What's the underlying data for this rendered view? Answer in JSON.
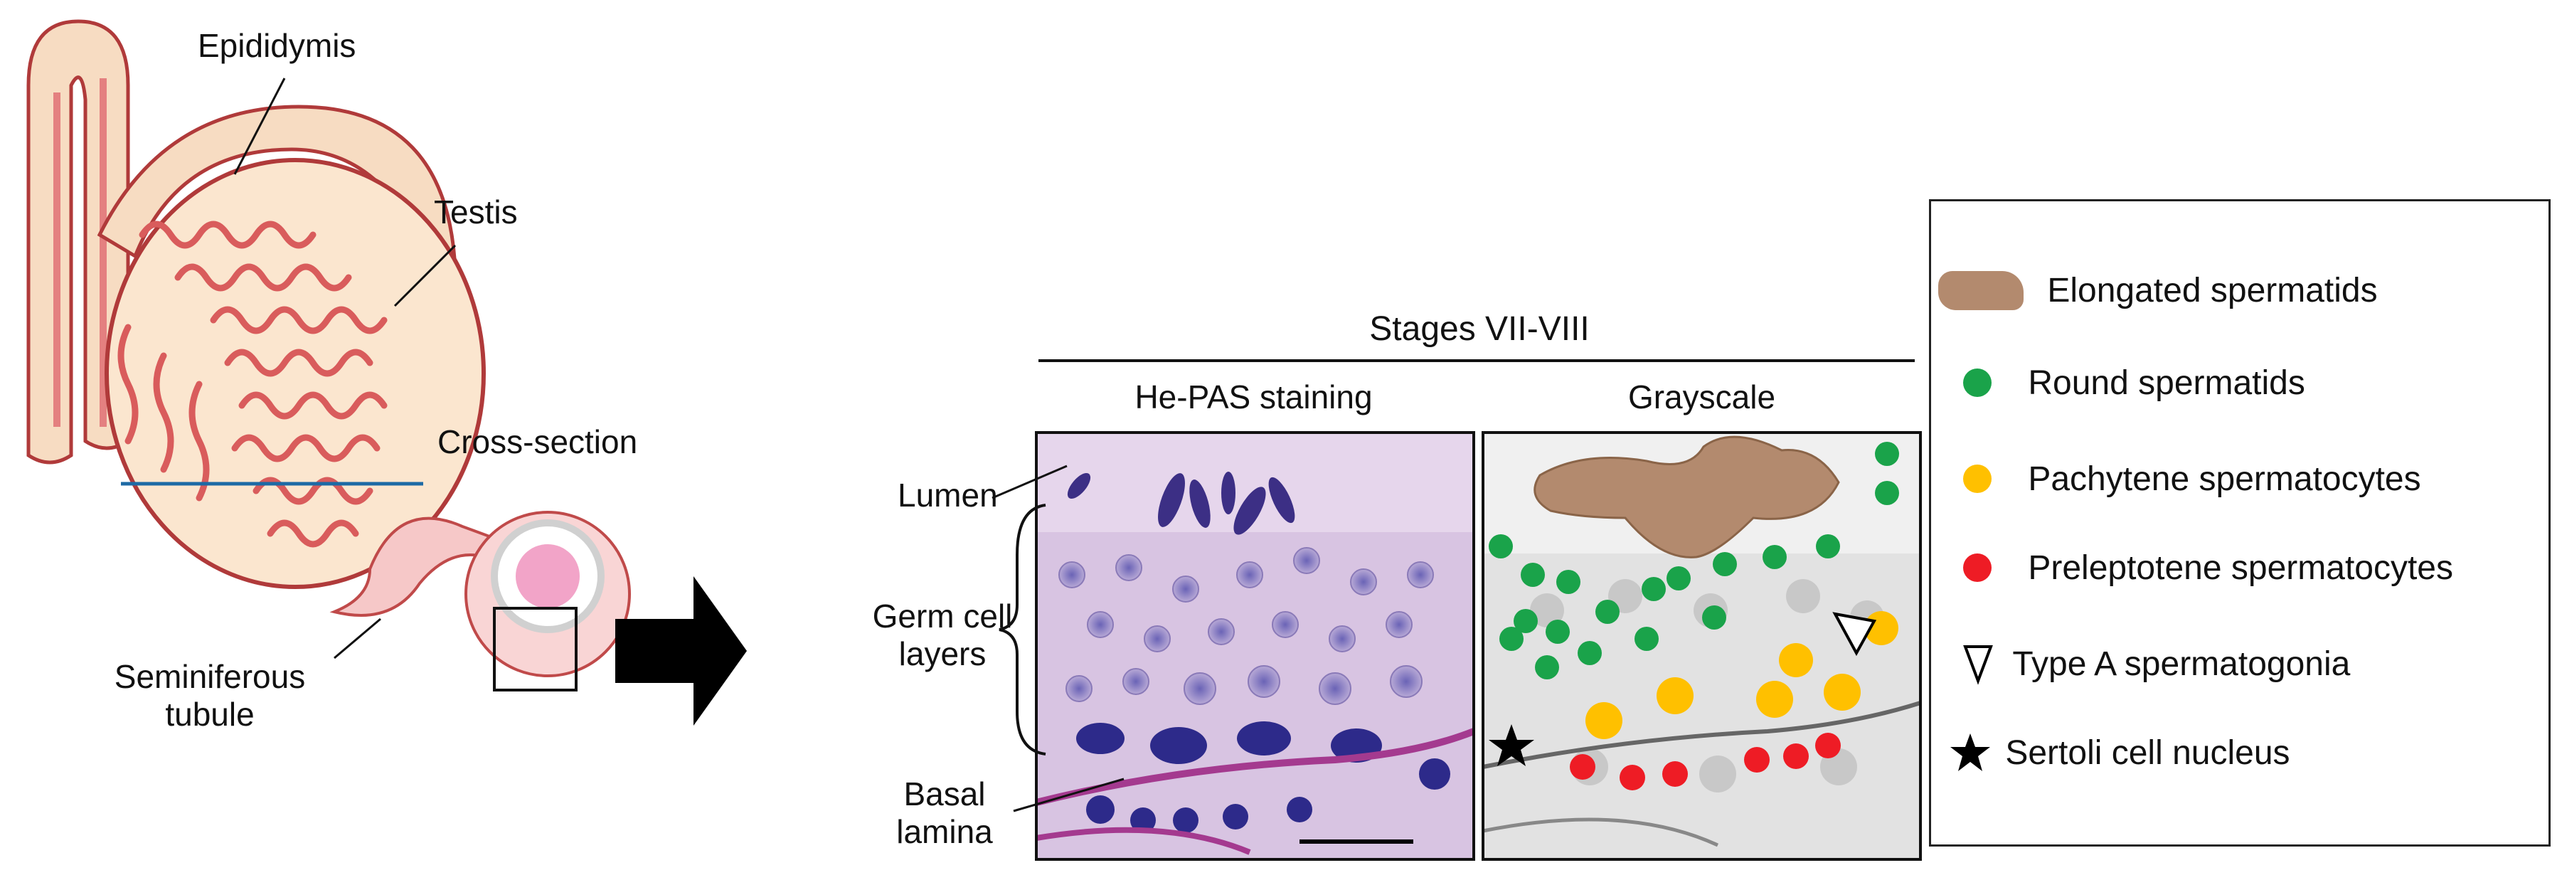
{
  "anatomy": {
    "epididymis": "Epididymis",
    "testis": "Testis",
    "cross_section": "Cross-section",
    "seminiferous_line1": "Seminiferous",
    "seminiferous_line2": "tubule"
  },
  "stage_title": "Stages VII-VIII",
  "panels": {
    "he_pas": "He-PAS staining",
    "grayscale": "Grayscale"
  },
  "histology_labels": {
    "lumen": "Lumen",
    "germ_line1": "Germ cell",
    "germ_line2": "layers",
    "basal_line1": "Basal",
    "basal_line2": "lamina"
  },
  "legend": [
    {
      "label": "Elongated spermatids",
      "color": "#b38a6e",
      "symbol": "blob-swatch"
    },
    {
      "label": "Round spermatids",
      "color": "#1aa34a",
      "symbol": "circle"
    },
    {
      "label": "Pachytene spermatocytes",
      "color": "#ffc000",
      "symbol": "circle"
    },
    {
      "label": "Preleptotene spermatocytes",
      "color": "#ee1c25",
      "symbol": "circle"
    },
    {
      "label": "Type A spermatogonia",
      "color": "#ffffff",
      "symbol": "triangle"
    },
    {
      "label": "Sertoli cell nucleus",
      "color": "#000000",
      "symbol": "star"
    }
  ]
}
